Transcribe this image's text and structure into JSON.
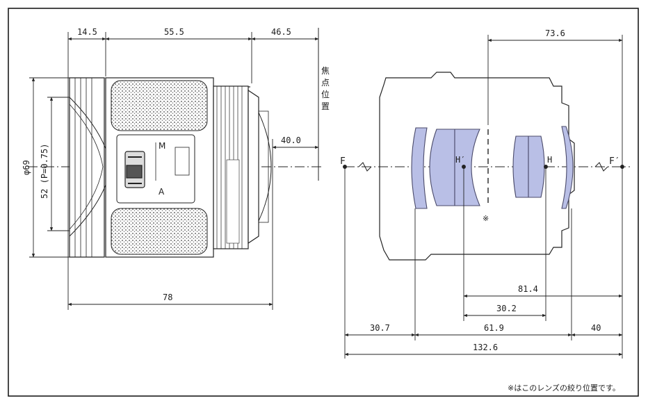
{
  "side_view": {
    "dims": {
      "front_depth": "14.5",
      "barrel_length": "55.5",
      "flange_to_focal": "46.5",
      "mount_to_focal": "40.0",
      "overall_length": "78",
      "diameter": "φ69",
      "filter": "52 (P=0.75)"
    },
    "focal_plane_label": "焦点位置",
    "mode_labels": [
      "A",
      "M"
    ]
  },
  "optical_view": {
    "labels": {
      "front_focus": "F",
      "rear_focus": "F′",
      "front_principal": "H′",
      "rear_principal": "H",
      "aperture_mark": "※"
    },
    "dims": {
      "top_span": "73.6",
      "h_prime_to_f_prime": "81.4",
      "h_prime_to_h": "30.2",
      "f_to_first_vertex": "30.7",
      "vertex_span": "61.9",
      "last_vertex_to_f_prime": "40",
      "f_to_f_prime": "132.6"
    }
  },
  "footnote": "※はこのレンズの絞り位置です。",
  "colors": {
    "line": "#222222",
    "lens_fill": "#b9bfe6",
    "lens_stroke": "#4a4a6a",
    "frame": "#1a1a1a"
  }
}
